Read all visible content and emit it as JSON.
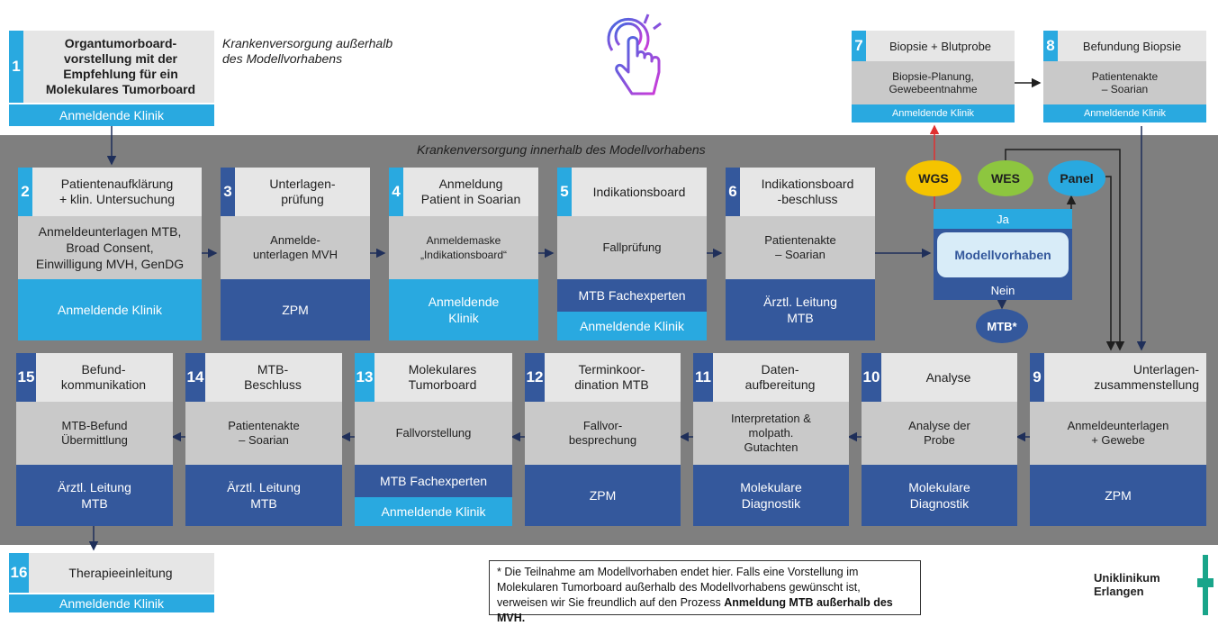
{
  "outer_caption": "Krankenversorgung außerhalb\ndes Modellvorhabens",
  "inner_caption": "Krankenversorgung innerhalb des Modellvorhabens",
  "steps": {
    "s1": {
      "num": "1",
      "title": "Organtumorboard-\nvorstellung mit der\nEmpfehlung für ein\nMolekulares Tumorboard",
      "org": "Anmeldende Klinik"
    },
    "s2": {
      "num": "2",
      "title": "Patientenaufklärung\n+ klin. Untersuchung",
      "mid": "Anmeldeunterlagen MTB,\nBroad Consent,\nEinwilligung MVH,  GenDG",
      "org": "Anmeldende Klinik"
    },
    "s3": {
      "num": "3",
      "title": "Unterlagen-\nprüfung",
      "mid": "Anmelde-\nunterlagen MVH",
      "org": "ZPM"
    },
    "s4": {
      "num": "4",
      "title": "Anmeldung\nPatient in Soarian",
      "mid": "Anmeldemaske\n„Indikationsboard“",
      "org": "Anmeldende\nKlinik"
    },
    "s5": {
      "num": "5",
      "title": "Indikationsboard",
      "mid": "Fallprüfung",
      "org1": "MTB Fachexperten",
      "org2": "Anmeldende Klinik"
    },
    "s6": {
      "num": "6",
      "title": "Indikationsboard\n-beschluss",
      "mid": "Patientenakte\n– Soarian",
      "org": "Ärztl. Leitung\nMTB"
    },
    "s7": {
      "num": "7",
      "title": "Biopsie + Blutprobe",
      "mid": "Biopsie-Planung,\nGewebeentnahme",
      "org": "Anmeldende Klinik"
    },
    "s8": {
      "num": "8",
      "title": "Befundung Biopsie",
      "mid": "Patientenakte\n– Soarian",
      "org": "Anmeldende Klinik"
    },
    "s9": {
      "num": "9",
      "title": "Unterlagen-\nzusammenstellung",
      "mid": "Anmeldeunterlagen\n+ Gewebe",
      "org": "ZPM"
    },
    "s10": {
      "num": "10",
      "title": "Analyse",
      "mid": "Analyse der\nProbe",
      "org": "Molekulare\nDiagnostik"
    },
    "s11": {
      "num": "11",
      "title": "Daten-\naufbereitung",
      "mid": "Interpretation &\nmolpath.\nGutachten",
      "org": "Molekulare\nDiagnostik"
    },
    "s12": {
      "num": "12",
      "title": "Terminkoor-\ndination MTB",
      "mid": "Fallvor-\nbesprechung",
      "org": "ZPM"
    },
    "s13": {
      "num": "13",
      "title": "Molekulares\nTumorboard",
      "mid": "Fallvorstellung",
      "org1": "MTB Fachexperten",
      "org2": "Anmeldende Klinik"
    },
    "s14": {
      "num": "14",
      "title": "MTB-\nBeschluss",
      "mid": "Patientenakte\n– Soarian",
      "org": "Ärztl. Leitung\nMTB"
    },
    "s15": {
      "num": "15",
      "title": "Befund-\nkommunikation",
      "mid": "MTB-Befund\nÜbermittlung",
      "org": "Ärztl. Leitung\nMTB"
    },
    "s16": {
      "num": "16",
      "title": "Therapieeinleitung",
      "org": "Anmeldende Klinik"
    }
  },
  "decision": {
    "ja": "Ja",
    "center": "Modellvorhaben",
    "nein": "Nein",
    "mtb": "MTB*"
  },
  "sequencing": {
    "wgs": "WGS",
    "wes": "WES",
    "panel": "Panel"
  },
  "colors": {
    "wgs": "#f5c400",
    "wes": "#8dc63f",
    "panel": "#29a9e0",
    "light": "#29a9e0",
    "dark": "#34589c",
    "red_arrow": "#e03131"
  },
  "footnote": {
    "text": "* Die Teilnahme am Modellvorhaben endet hier. Falls eine Vorstellung im Molekularen Tumorboard außerhalb des Modellvorhabens gewünscht ist, verweisen wir Sie freundlich auf den Prozess ",
    "bold": "Anmeldung MTB außerhalb des MVH."
  },
  "logo": {
    "line1": "Uniklinikum",
    "line2": "Erlangen"
  },
  "icons": {
    "click": "tap-gesture-icon"
  }
}
